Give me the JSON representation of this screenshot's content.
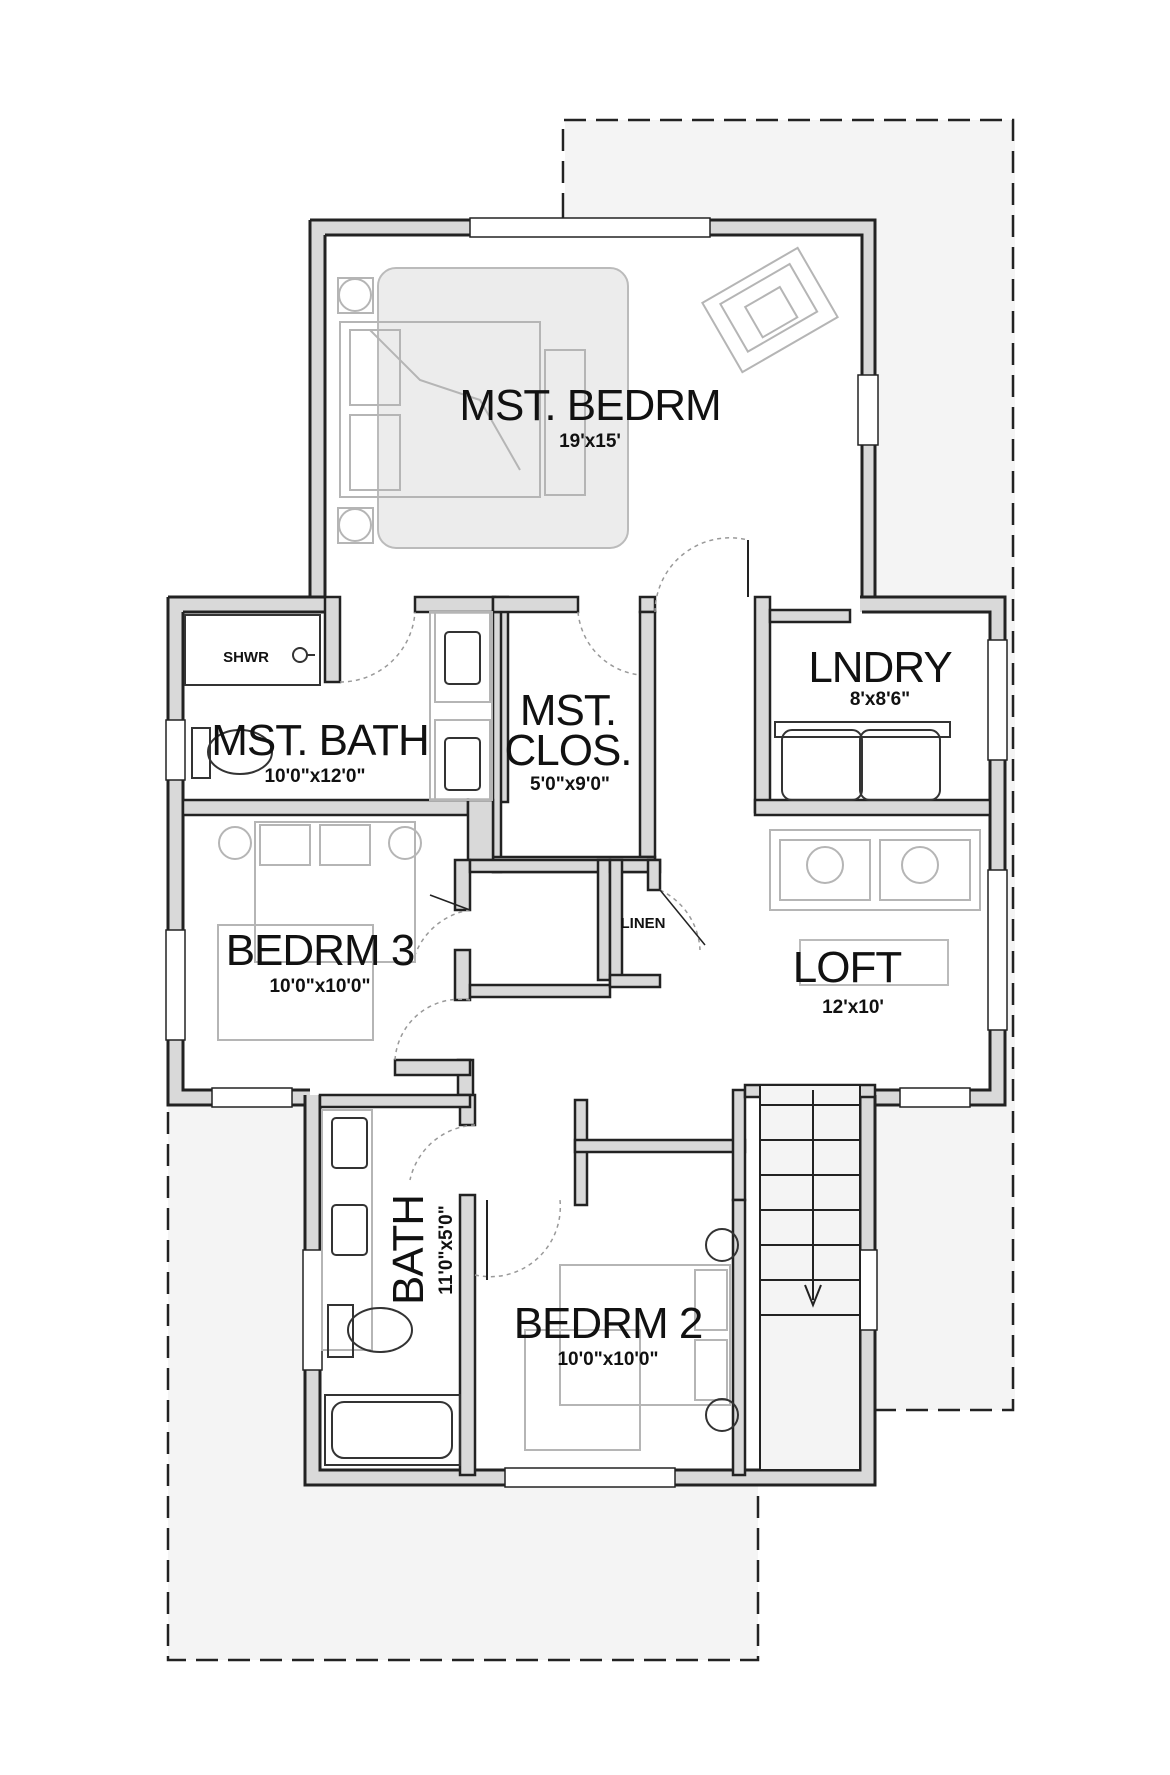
{
  "rooms": {
    "master_bedroom": {
      "name": "MST. BEDRM",
      "size": "19'x15'"
    },
    "master_bath": {
      "name": "MST. BATH",
      "size": "10'0\"x12'0\""
    },
    "shower": {
      "name": "SHWR"
    },
    "master_closet": {
      "name_line1": "MST.",
      "name_line2": "CLOS.",
      "size": "5'0\"x9'0\""
    },
    "laundry": {
      "name": "LNDRY",
      "size": "8'x8'6\""
    },
    "bedroom_3": {
      "name": "BEDRM 3",
      "size": "10'0\"x10'0\""
    },
    "linen": {
      "name": "LINEN"
    },
    "loft": {
      "name": "LOFT",
      "size": "12'x10'"
    },
    "bath": {
      "name": "BATH",
      "size": "11'0\"x5'0\""
    },
    "bedroom_2": {
      "name": "BEDRM 2",
      "size": "10'0\"x10'0\""
    }
  },
  "colors": {
    "wall": "#222222",
    "wall_fill": "#d9d9d9",
    "exterior_shade": "#f4f4f4",
    "furniture": "#b5b5b5"
  }
}
